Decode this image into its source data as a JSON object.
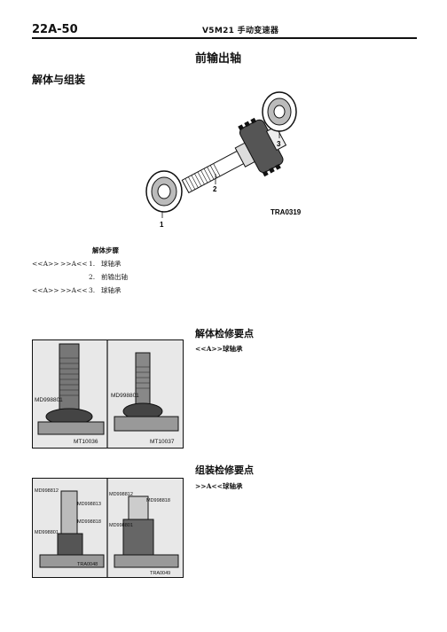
{
  "header": {
    "page_number": "22A-50",
    "manual_title": "V5M21 手动变速器"
  },
  "section": {
    "title": "前输出轴",
    "subtitle": "解体与组装"
  },
  "main_figure": {
    "callouts": [
      "1",
      "2",
      "3"
    ],
    "code": "TRA0319"
  },
  "steps": {
    "heading": "解体步骤",
    "items": [
      {
        "mark1": "<<A>>",
        "mark2": ">>A<<",
        "num": "1.",
        "text": "球轴承"
      },
      {
        "mark1": "",
        "mark2": "",
        "num": "2.",
        "text": "前输出轴"
      },
      {
        "mark1": "<<A>>",
        "mark2": ">>A<<",
        "num": "3.",
        "text": "球轴承"
      }
    ]
  },
  "disassembly": {
    "heading": "解体检修要点",
    "item": "<<A>>球轴承",
    "photo": {
      "labels": [
        "MD998801",
        "MD998801"
      ],
      "codes": [
        "MT10036",
        "MT10037"
      ]
    }
  },
  "assembly": {
    "heading": "组装检修要点",
    "item": ">>A<<球轴承",
    "photo": {
      "labels": [
        "MD998812",
        "MD998813",
        "MD998818",
        "MD998801",
        "MD998812",
        "MD998818",
        "MD998801"
      ],
      "codes": [
        "TRA0048",
        "TRA0049"
      ]
    }
  }
}
